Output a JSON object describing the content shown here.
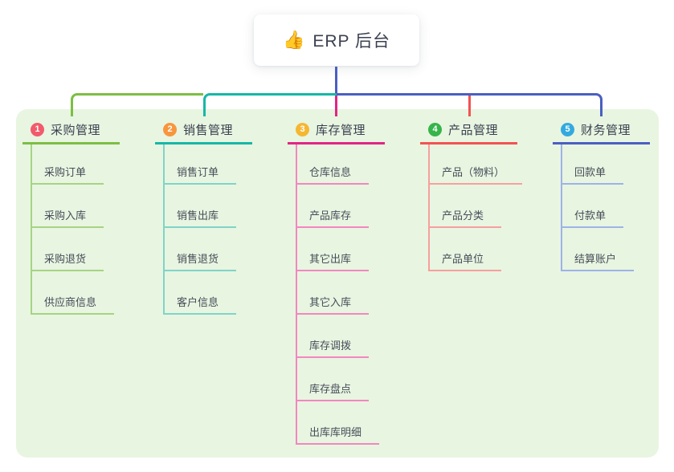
{
  "root": {
    "emoji": "👍",
    "emoji_name": "thumbs-up-icon",
    "label": "ERP 后台"
  },
  "canvas": {
    "background": "#e8f5e1"
  },
  "connector": {
    "stem_color": "#4a5fc1"
  },
  "branches": [
    {
      "num": "1",
      "label": "采购管理",
      "badge_color": "#f15b6c",
      "line_color": "#7cbf43",
      "child_line_color": "#a6d483",
      "children": [
        "采购订单",
        "采购入库",
        "采购退货",
        "供应商信息"
      ]
    },
    {
      "num": "2",
      "label": "销售管理",
      "badge_color": "#f8963d",
      "line_color": "#16b7a7",
      "child_line_color": "#7fd4c8",
      "children": [
        "销售订单",
        "销售出库",
        "销售退货",
        "客户信息"
      ]
    },
    {
      "num": "3",
      "label": "库存管理",
      "badge_color": "#f5b731",
      "line_color": "#e12585",
      "child_line_color": "#f287bf",
      "children": [
        "仓库信息",
        "产品库存",
        "其它出库",
        "其它入库",
        "库存调拨",
        "库存盘点",
        "出库库明细"
      ]
    },
    {
      "num": "4",
      "label": "产品管理",
      "badge_color": "#36b54a",
      "line_color": "#f25252",
      "child_line_color": "#f79f9f",
      "children": [
        "产品（物料）",
        "产品分类",
        "产品单位"
      ]
    },
    {
      "num": "5",
      "label": "财务管理",
      "badge_color": "#32aadf",
      "line_color": "#4a5fc1",
      "child_line_color": "#9db3e8",
      "children": [
        "回款单",
        "付款单",
        "结算账户"
      ]
    }
  ]
}
